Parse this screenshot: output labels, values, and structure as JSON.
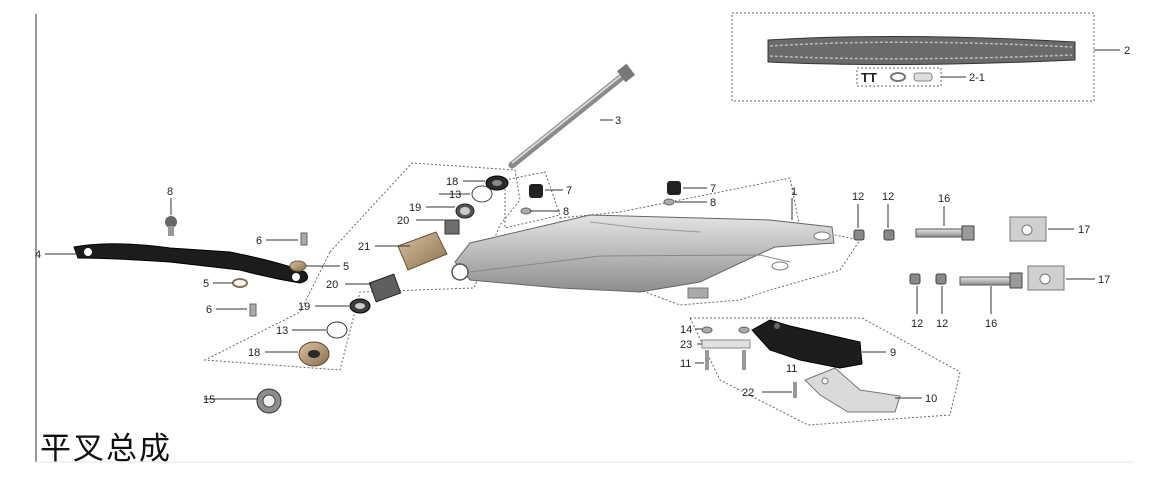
{
  "diagram": {
    "title": "平叉总成",
    "callouts": [
      {
        "id": "c1",
        "label": "1"
      },
      {
        "id": "c2",
        "label": "2"
      },
      {
        "id": "c2-1",
        "label": "2-1"
      },
      {
        "id": "c3",
        "label": "3"
      },
      {
        "id": "c4",
        "label": "4"
      },
      {
        "id": "c5a",
        "label": "5"
      },
      {
        "id": "c5b",
        "label": "5"
      },
      {
        "id": "c6a",
        "label": "6"
      },
      {
        "id": "c6b",
        "label": "6"
      },
      {
        "id": "c7a",
        "label": "7"
      },
      {
        "id": "c7b",
        "label": "7"
      },
      {
        "id": "c8a",
        "label": "8"
      },
      {
        "id": "c8b",
        "label": "8"
      },
      {
        "id": "c8c",
        "label": "8"
      },
      {
        "id": "c9",
        "label": "9"
      },
      {
        "id": "c10",
        "label": "10"
      },
      {
        "id": "c11a",
        "label": "11"
      },
      {
        "id": "c11b",
        "label": "11"
      },
      {
        "id": "c12a",
        "label": "12"
      },
      {
        "id": "c12b",
        "label": "12"
      },
      {
        "id": "c12c",
        "label": "12"
      },
      {
        "id": "c12d",
        "label": "12"
      },
      {
        "id": "c13a",
        "label": "13"
      },
      {
        "id": "c13b",
        "label": "13"
      },
      {
        "id": "c14",
        "label": "14"
      },
      {
        "id": "c15",
        "label": "15"
      },
      {
        "id": "c16a",
        "label": "16"
      },
      {
        "id": "c16b",
        "label": "16"
      },
      {
        "id": "c17a",
        "label": "17"
      },
      {
        "id": "c17b",
        "label": "17"
      },
      {
        "id": "c18a",
        "label": "18"
      },
      {
        "id": "c18b",
        "label": "18"
      },
      {
        "id": "c19a",
        "label": "19"
      },
      {
        "id": "c19b",
        "label": "19"
      },
      {
        "id": "c20a",
        "label": "20"
      },
      {
        "id": "c20b",
        "label": "20"
      },
      {
        "id": "c21",
        "label": "21"
      },
      {
        "id": "c22",
        "label": "22"
      },
      {
        "id": "c23",
        "label": "23"
      }
    ]
  }
}
